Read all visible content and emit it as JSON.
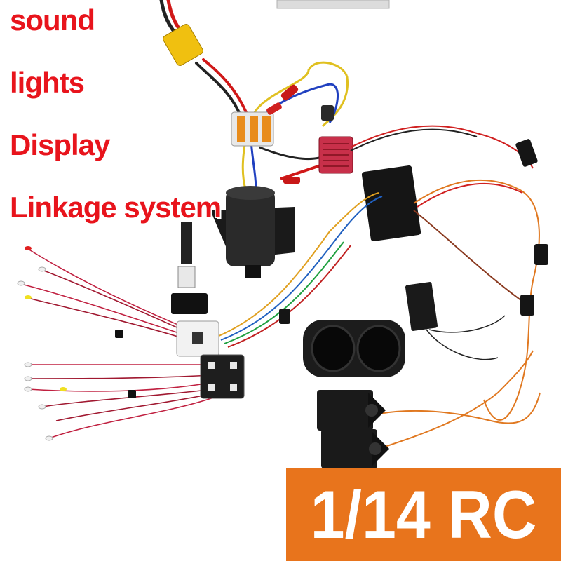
{
  "labels": [
    "sound",
    "lights",
    "Display",
    "Linkage system"
  ],
  "scale_banner": {
    "text": "1/14 RC",
    "background": "#e8741c",
    "text_color": "#ffffff"
  },
  "label_color": "#e8141c",
  "components": [
    "battery-connector",
    "wire-connector-block",
    "esc",
    "motor",
    "sound-controller",
    "receiver",
    "speaker",
    "servo-top",
    "servo-bottom",
    "led-controller-board",
    "led-expansion-board",
    "display-module",
    "led-wire-harness"
  ]
}
